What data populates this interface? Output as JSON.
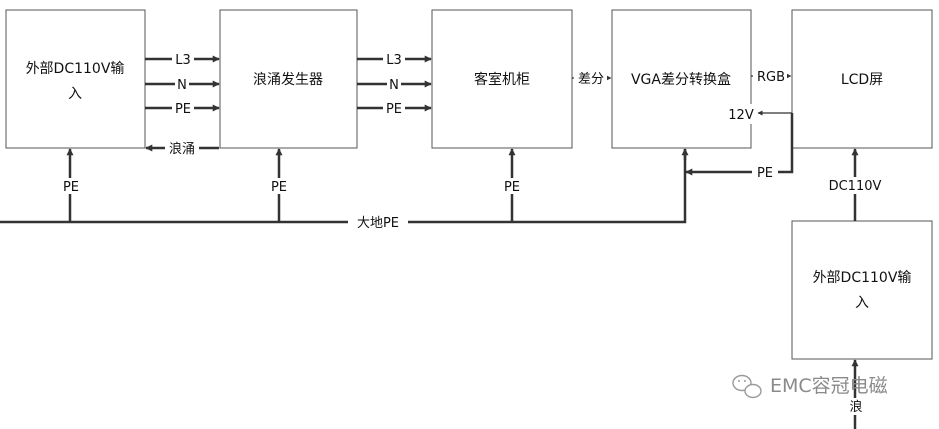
{
  "blocks": {
    "ext_input_top": [
      "外部DC110V输",
      "入"
    ],
    "surge_generator": "浪涌发生器",
    "cabinet": "客室机柜",
    "vga_box": "VGA差分转换盒",
    "lcd": "LCD屏",
    "ext_input_bottom": [
      "外部DC110V输",
      "入"
    ]
  },
  "labels": {
    "l3": "L3",
    "n": "N",
    "pe": "PE",
    "surge": "浪涌",
    "diff": "差分",
    "rgb": "RGB",
    "v12": "12V",
    "dc110v": "DC110V",
    "ground": "大地PE",
    "surge_partial": "浪"
  },
  "watermark": {
    "text": "EMC容冠电磁",
    "icon": "wechat-icon"
  }
}
